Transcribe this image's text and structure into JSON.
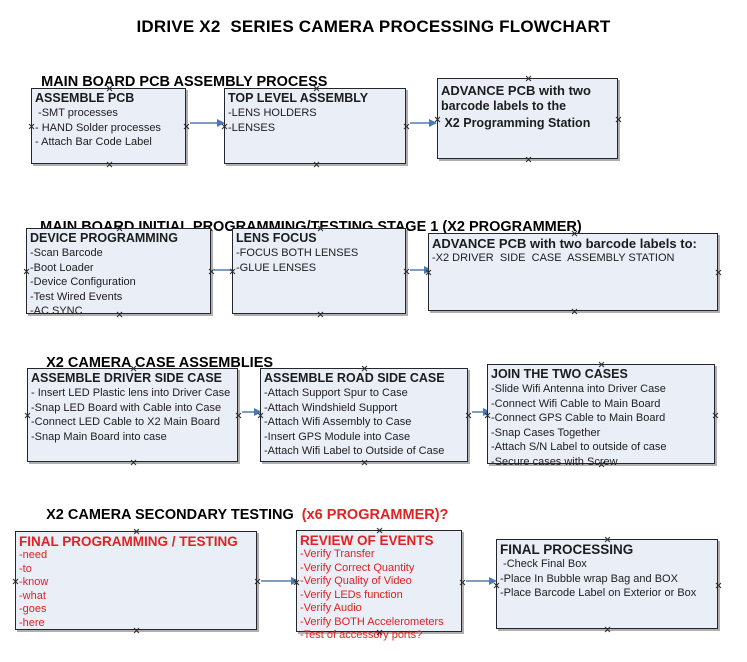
{
  "document": {
    "title": "IDRIVE X2  SERIES CAMERA PROCESSING FLOWCHART",
    "colors": {
      "box_fill": "#e9eef7",
      "box_border": "#24262b",
      "arrow": "#7f9dc0",
      "arrow_head": "#4a79b5",
      "red_accent": "#e02222",
      "text": "#1d1d1d",
      "background": "#ffffff"
    }
  },
  "sections": [
    {
      "id": "main-board-pcb-assembly-process",
      "heading": "MAIN BOARD PCB ASSEMBLY PROCESS",
      "heading_accent": "",
      "boxes": [
        {
          "id": "assemble-pcb",
          "header": "ASSEMBLE PCB",
          "lines": [
            " -SMT processes",
            "- HAND Solder processes",
            "- Attach Bar Code Label"
          ]
        },
        {
          "id": "top-level-assembly",
          "header": "TOP LEVEL ASSEMBLY",
          "lines": [
            "-LENS HOLDERS",
            "-LENSES"
          ]
        },
        {
          "id": "advance-pcb-to-x2-programming-station",
          "header": "ADVANCE PCB with two",
          "lines": [
            "barcode labels to the",
            " X2 Programming Station"
          ]
        }
      ]
    },
    {
      "id": "main-board-initial-programming-testing-stage-1",
      "heading": "MAIN BOARD INITIAL PROGRAMMING/TESTING STAGE 1 (X2 PROGRAMMER)",
      "heading_accent": "",
      "boxes": [
        {
          "id": "device-programming",
          "header": "DEVICE PROGRAMMING",
          "lines": [
            "-Scan Barcode",
            "-Boot Loader",
            "-Device Configuration",
            "-Test Wired Events",
            "-AC SYNC"
          ]
        },
        {
          "id": "lens-focus",
          "header": "LENS FOCUS",
          "lines": [
            "-FOCUS BOTH LENSES",
            "-GLUE LENSES"
          ]
        },
        {
          "id": "advance-pcb-to-driver-side-case-assembly-station",
          "header": "ADVANCE PCB with two barcode labels to:",
          "lines": [
            "-X2 DRIVER  SIDE  CASE  ASSEMBLY STATION"
          ]
        }
      ]
    },
    {
      "id": "x2-camera-case-assemblies",
      "heading": "X2 CAMERA CASE ASSEMBLIES",
      "heading_accent": "",
      "boxes": [
        {
          "id": "assemble-driver-side-case",
          "header": "ASSEMBLE DRIVER SIDE CASE",
          "lines": [
            "- Insert LED Plastic lens into Driver Case",
            "-Snap LED Board with Cable into Case",
            "-Connect LED Cable to X2 Main Board",
            "-Snap Main Board into case"
          ]
        },
        {
          "id": "assemble-road-side-case",
          "header": "ASSEMBLE ROAD SIDE CASE",
          "lines": [
            "-Attach Support Spur to Case",
            "-Attach Windshield Support",
            "-Attach Wifi Assembly to Case",
            "-Insert GPS Module into Case",
            "-Attach Wifi Label to Outside of Case"
          ]
        },
        {
          "id": "join-the-two-cases",
          "header": "JOIN THE TWO CASES",
          "lines": [
            "-Slide Wifi Antenna into Driver Case",
            "-Connect Wifi Cable to Main Board",
            "-Connect GPS Cable to Main Board",
            "-Snap Cases Together",
            "-Attach S/N Label to outside of case",
            "-Secure cases with Screw"
          ]
        }
      ]
    },
    {
      "id": "x2-camera-secondary-testing",
      "heading": "X2 CAMERA SECONDARY TESTING ",
      "heading_accent": " (x6 PROGRAMMER)?",
      "boxes": [
        {
          "id": "final-programming-testing",
          "header": "FINAL PROGRAMMING / TESTING",
          "lines": [
            "-need",
            "-to",
            "-know",
            "-what",
            "-goes",
            "-here"
          ]
        },
        {
          "id": "review-of-events",
          "header": "REVIEW OF EVENTS",
          "lines": [
            "-Verify Transfer",
            "-Verify Correct Quantity",
            "-Verify Quality of Video",
            "-Verify LEDs function",
            "-Verify Audio",
            "-Verify BOTH Accelerometers",
            "-Test of accessory ports?"
          ]
        },
        {
          "id": "final-processing",
          "header": "FINAL PROCESSING",
          "lines": [
            " -Check Final Box",
            "-Place In Bubble wrap Bag and BOX",
            "-Place Barcode Label on Exterior or Box"
          ]
        }
      ]
    }
  ]
}
